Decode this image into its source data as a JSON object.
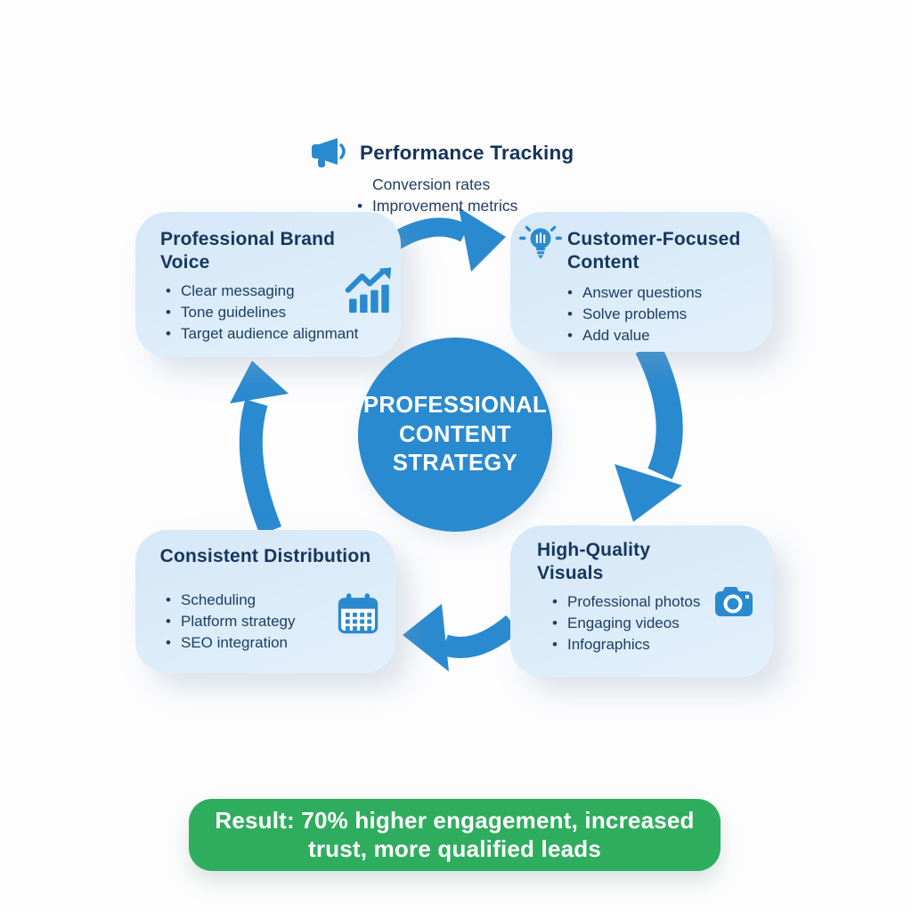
{
  "colors": {
    "accent_blue": "#2a8ad0",
    "box_bg": "#d9e9f8",
    "heading_text": "#16365e",
    "body_text": "#1e3e63",
    "banner_green": "#2fad5e",
    "banner_text": "#ffffff",
    "circle_text": "#ffffff"
  },
  "performance": {
    "icon": "megaphone-icon",
    "title": "Performance Tracking",
    "items": [
      "Conversion rates",
      "Improvement metrics"
    ]
  },
  "center_circle": {
    "lines": [
      "PROFESSIONAL",
      "CONTENT",
      "STRATEGY"
    ]
  },
  "boxes": [
    {
      "title": "Professional Brand Voice",
      "icon": "bar-chart-trend-icon",
      "items": [
        "Clear messaging",
        "Tone guidelines",
        "Target audience alignmant"
      ]
    },
    {
      "title": "Customer-Focused Content",
      "icon": "lightbulb-icon",
      "items": [
        "Answer questions",
        "Solve problems",
        "Add value"
      ]
    },
    {
      "title": "Consistent Distribution",
      "icon": "calendar-icon",
      "items": [
        "Scheduling",
        "Platform strategy",
        "SEO integration"
      ]
    },
    {
      "title": "High-Quality Visuals",
      "icon": "camera-icon",
      "items": [
        "Professional photos",
        "Engaging videos",
        "Infographics"
      ]
    }
  ],
  "result_banner": {
    "lines": [
      "Result: 70% higher engagement, increased",
      "trust, more qualified leads"
    ]
  }
}
